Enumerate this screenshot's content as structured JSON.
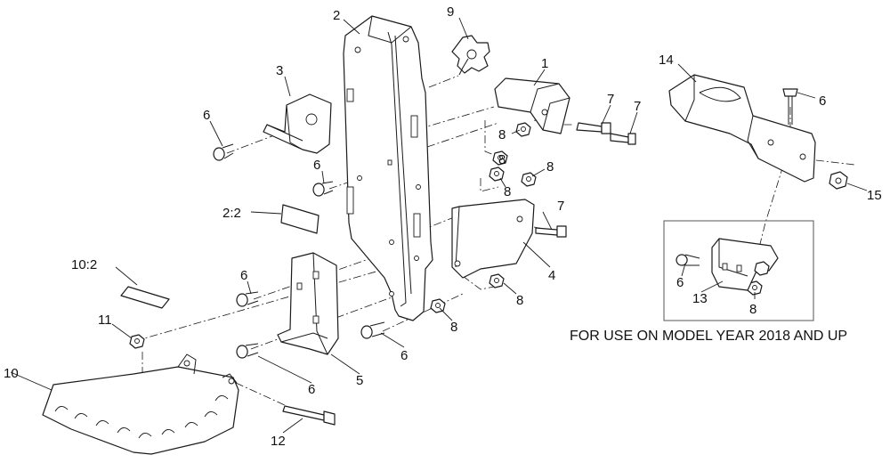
{
  "callouts": {
    "c1": "1",
    "c2": "2",
    "c2_2": "2:2",
    "c3": "3",
    "c4": "4",
    "c5": "5",
    "c6": "6",
    "c7": "7",
    "c8": "8",
    "c9": "9",
    "c10": "10",
    "c10_2": "10:2",
    "c11": "11",
    "c12": "12",
    "c13": "13",
    "c14": "14",
    "c15": "15"
  },
  "note": "FOR USE ON MODEL YEAR 2018 AND UP",
  "colors": {
    "line": "#1a1a1a",
    "background": "#ffffff"
  }
}
